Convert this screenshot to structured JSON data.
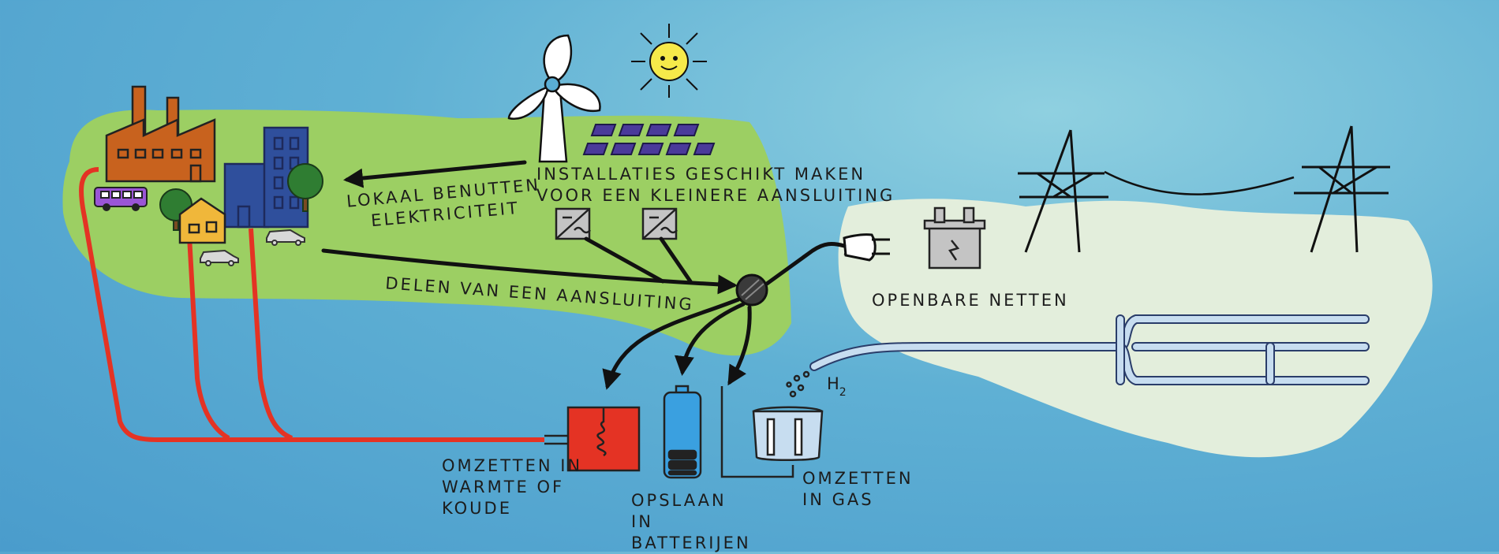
{
  "labels": {
    "lokaal": [
      "LOKAAL BENUTTEN",
      "ELEKTRICITEIT"
    ],
    "installaties": [
      "INSTALLATIES GESCHIKT MAKEN",
      "VOOR EEN KLEINERE AANSLUITING"
    ],
    "delen": "DELEN VAN EEN AANSLUITING",
    "openbare": "OPENBARE NETTEN",
    "warmte": [
      "OMZETTEN IN",
      "WARMTE OF",
      "KOUDE"
    ],
    "batterijen": [
      "OPSLAAN",
      "IN",
      "BATTERIJEN"
    ],
    "gas": [
      "OMZETTEN",
      "IN GAS"
    ],
    "h2": "H",
    "h2_sub": "2"
  },
  "icons": [
    "factory-icon",
    "office-building-icon",
    "house-icon",
    "bus-icon",
    "car-icon",
    "tree-icon",
    "wind-turbine-icon",
    "sun-icon",
    "solar-panel-icon",
    "inverter-icon",
    "meter-icon",
    "plug-icon",
    "transformer-icon",
    "pylon-icon",
    "gas-pipeline-icon",
    "heat-buffer-icon",
    "battery-icon",
    "electrolyser-icon"
  ],
  "colors": {
    "background": "#5aaed4",
    "local_area": "#9ccf63",
    "public_grid_area": "#e3eedc",
    "heat_pipe": "#e43324",
    "factory": "#c8621e",
    "office": "#2f4f9c",
    "house": "#f0b73a",
    "solar": "#4a3a9a",
    "battery": "#3aa0e0",
    "sun": "#f6ea4a"
  }
}
